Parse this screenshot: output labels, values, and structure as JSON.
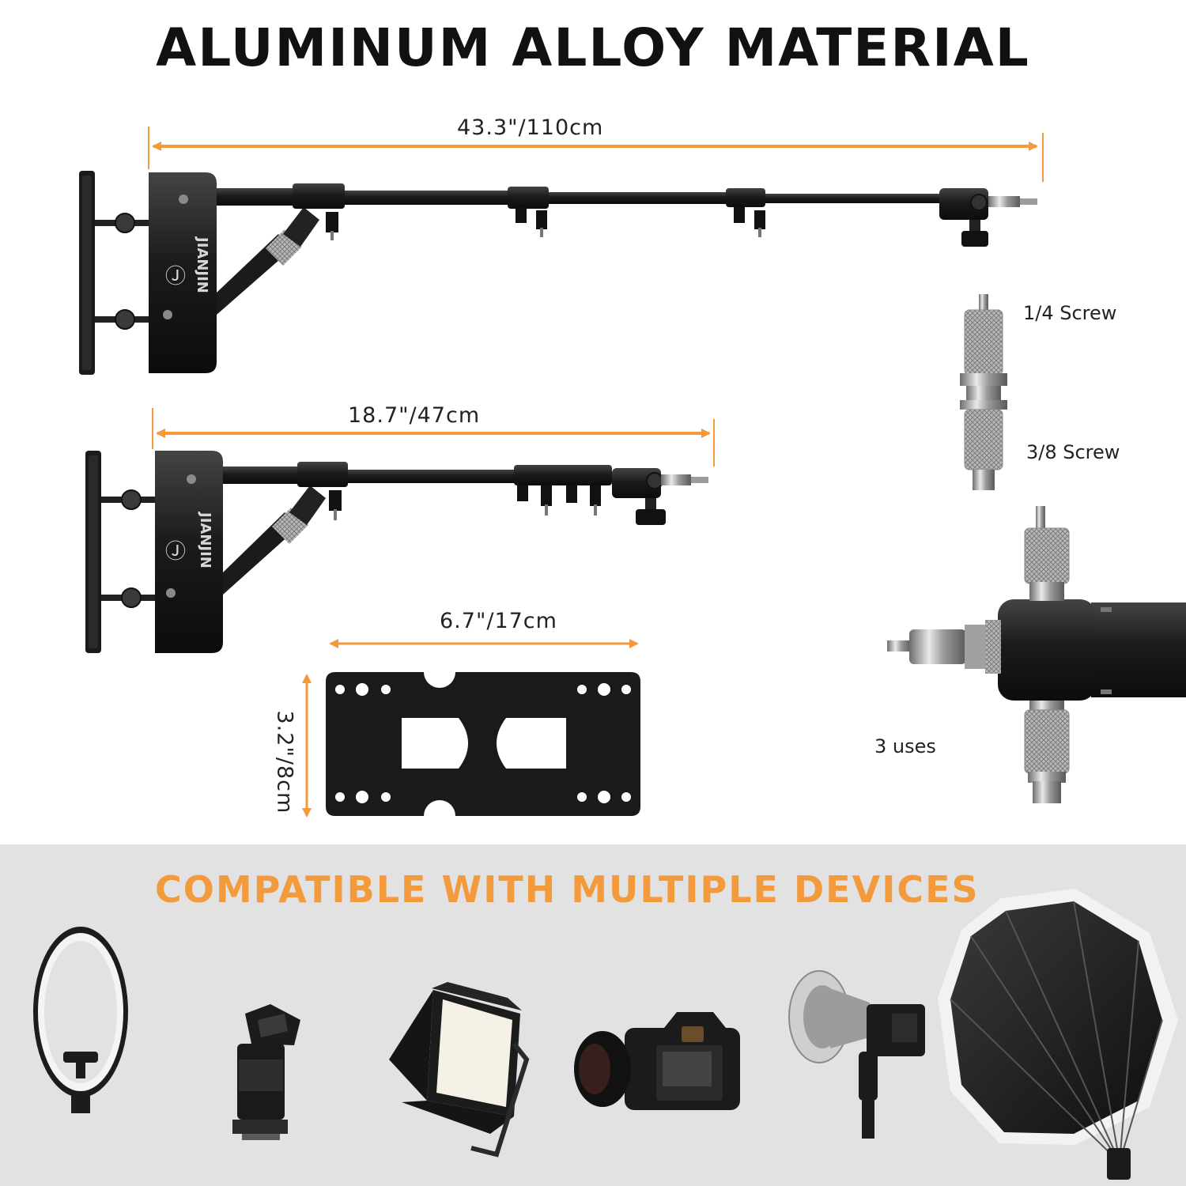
{
  "title": "ALUMINUM ALLOY MATERIAL",
  "dimensions": {
    "long_arm": "43.3\"/110cm",
    "short_arm": "18.7\"/47cm",
    "plate_width": "6.7\"/17cm",
    "plate_height": "3.2\"/8cm"
  },
  "brand": "JIANJIN",
  "screw_labels": {
    "quarter": "1/4 Screw",
    "three_eighths": "3/8 Screw",
    "uses": "3 uses"
  },
  "subtitle": "COMPATIBLE WITH MULTIPLE DEVICES",
  "devices": [
    "ring-light",
    "speedlite-flash",
    "led-panel-light",
    "dslr-camera",
    "monolight-strobe",
    "octagon-softbox"
  ],
  "colors": {
    "accent_orange": "#f39a3d",
    "metal_black": "#1c1c1c",
    "band_gray": "#e2e2e2"
  }
}
